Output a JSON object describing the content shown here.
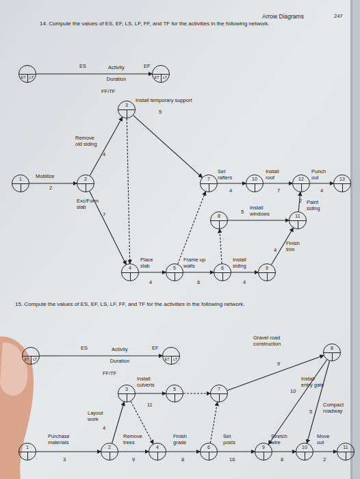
{
  "diagram": {
    "nodes": [
      {
        "text": [
          "ET",
          "LT"
        ]
      },
      {
        "text": [
          "ET",
          "LT"
        ]
      },
      {
        "text": [
          "1"
        ]
      },
      {
        "text": [
          "2"
        ]
      },
      {
        "text": [
          "3"
        ]
      },
      {
        "text": [
          "4"
        ]
      },
      {
        "text": [
          "5"
        ]
      },
      {
        "text": [
          "6"
        ]
      },
      {
        "text": [
          "7"
        ]
      },
      {
        "text": [
          "10"
        ]
      },
      {
        "text": [
          "12"
        ]
      },
      {
        "text": [
          "13"
        ]
      },
      {
        "text": [
          "8"
        ]
      },
      {
        "text": [
          "11"
        ]
      },
      {
        "text": [
          "9"
        ]
      },
      {
        "text": [
          "ET",
          "LT"
        ]
      },
      {
        "text": [
          "ET",
          "LT"
        ]
      },
      {
        "text": [
          "1"
        ]
      },
      {
        "text": [
          "2"
        ]
      },
      {
        "text": [
          "3"
        ]
      },
      {
        "text": [
          "4"
        ]
      },
      {
        "text": [
          "5"
        ]
      },
      {
        "text": [
          "6"
        ]
      },
      {
        "text": [
          "7"
        ]
      },
      {
        "text": [
          "8"
        ]
      },
      {
        "text": [
          "9"
        ]
      },
      {
        "text": [
          "10"
        ]
      },
      {
        "text": [
          "11"
        ]
      }
    ],
    "edges": [
      {
        "from": 0,
        "to": 1,
        "label": "Activity",
        "arrow": "to"
      },
      {
        "from": 2,
        "to": 3,
        "label": "Mobilize",
        "arrow": "to"
      },
      {
        "from": 3,
        "to": 4,
        "label": "Remove old siding",
        "arrow": "to"
      },
      {
        "from": 3,
        "to": 5,
        "label": "Exc/Form slab",
        "arrow": "to"
      },
      {
        "from": 4,
        "to": 8,
        "label": "Install temporary support",
        "arrow": "to"
      },
      {
        "from": 4,
        "to": 5,
        "arrow": "to"
      },
      {
        "from": 5,
        "to": 6,
        "label": "Place slab",
        "arrow": "to"
      },
      {
        "from": 6,
        "to": 7,
        "label": "Frame up walls",
        "arrow": "to"
      },
      {
        "from": 6,
        "to": 8,
        "arrow": "to"
      },
      {
        "from": 7,
        "to": 14,
        "label": "Install siding",
        "arrow": "to"
      },
      {
        "from": 7,
        "to": 12,
        "arrow": "to"
      },
      {
        "from": 8,
        "to": 9,
        "label": "Set rafters",
        "arrow": "to"
      },
      {
        "from": 9,
        "to": 10,
        "label": "Install roof",
        "arrow": "to"
      },
      {
        "from": 10,
        "to": 11,
        "label": "Punch out",
        "arrow": "to"
      },
      {
        "from": 12,
        "to": 13,
        "label": "Install windows",
        "arrow": "to"
      },
      {
        "from": 14,
        "to": 13,
        "label": "Finish trim",
        "arrow": "to"
      },
      {
        "from": 13,
        "to": 10,
        "label": "Paint siding",
        "arrow": "to"
      },
      {
        "from": 15,
        "to": 16,
        "label": "Activity",
        "arrow": "to"
      },
      {
        "from": 17,
        "to": 18,
        "label": "Purchase materials",
        "arrow": "to"
      },
      {
        "from": 18,
        "to": 19,
        "label": "Layout work",
        "arrow": "to"
      },
      {
        "from": 18,
        "to": 20,
        "label": "Remove trees",
        "arrow": "to"
      },
      {
        "from": 19,
        "to": 21,
        "label": "Install culverts",
        "arrow": "to"
      },
      {
        "from": 19,
        "to": 20,
        "arrow": "to"
      },
      {
        "from": 20,
        "to": 22,
        "label": "Finish grade",
        "arrow": "to"
      },
      {
        "from": 21,
        "to": 23,
        "arrow": "to"
      },
      {
        "from": 22,
        "to": 23,
        "arrow": "to"
      },
      {
        "from": 23,
        "to": 24,
        "label": "Gravel road construction",
        "arrow": "to"
      },
      {
        "from": 24,
        "to": 25,
        "label": "Install entry gate",
        "arrow": "to"
      },
      {
        "from": 24,
        "to": 26,
        "label": "Compact roadway",
        "arrow": "to"
      },
      {
        "from": 22,
        "to": 25,
        "label": "Set posts",
        "arrow": "to"
      },
      {
        "from": 25,
        "to": 26,
        "label": "Stretch wire",
        "arrow": "to"
      },
      {
        "from": 26,
        "to": 27,
        "label": "Move out",
        "arrow": "to"
      }
    ],
    "labels": [
      "Arrow Diagrams",
      "247",
      "14. Compute the values of ES, EF, LS, LF, FF, and TF for the activities in the following network.",
      "ES",
      "EF",
      "Duration",
      "FF/TF",
      "2",
      "4",
      "7",
      "5",
      "4",
      "6",
      "4",
      "4",
      "7",
      "4",
      "5",
      "4",
      "2",
      "15. Compute the values of ES, EF, LS, LF, FF, and TF for the activities in the following network.",
      "ES",
      "EF",
      "Duration",
      "FF/TF",
      "3",
      "4",
      "9",
      "11",
      "8",
      "16",
      "8",
      "2",
      "9",
      "10",
      "5"
    ]
  }
}
